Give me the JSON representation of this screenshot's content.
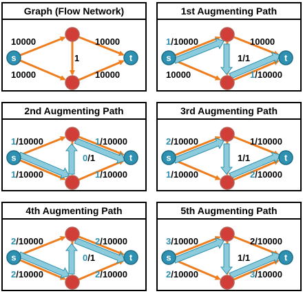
{
  "colors": {
    "edge": "#ee7d1e",
    "path": "#8ccbdc",
    "path_stroke": "#2b8fad",
    "node_mid": "#d03e37",
    "node_mid_stroke": "#b56258",
    "node_end": "#2e91b1",
    "node_end_stroke": "#1c6b85",
    "flow_text": "#2e8fb0",
    "text": "#000000"
  },
  "nodes": {
    "source": "s",
    "sink": "t"
  },
  "panels": [
    {
      "title": "Graph (Flow Network)",
      "labels": {
        "s_top": {
          "flow": "",
          "cap": "10000"
        },
        "s_bot": {
          "flow": "",
          "cap": "10000"
        },
        "mid": {
          "flow": "",
          "cap": "1"
        },
        "top_t": {
          "flow": "",
          "cap": "10000"
        },
        "bot_t": {
          "flow": "",
          "cap": "10000"
        }
      },
      "path": []
    },
    {
      "title": "1st Augmenting Path",
      "labels": {
        "s_top": {
          "flow": "1",
          "cap": "/10000"
        },
        "s_bot": {
          "flow": "",
          "cap": "10000"
        },
        "mid": {
          "flow": "",
          "cap": "1/1"
        },
        "top_t": {
          "flow": "",
          "cap": "10000"
        },
        "bot_t": {
          "flow": "1",
          "cap": "/10000"
        }
      },
      "path": [
        "s_top",
        "mid_down",
        "bot_t"
      ]
    },
    {
      "title": "2nd Augmenting Path",
      "labels": {
        "s_top": {
          "flow": "1",
          "cap": "/10000"
        },
        "s_bot": {
          "flow": "1",
          "cap": "/10000"
        },
        "mid": {
          "flow": "0",
          "cap": "/1"
        },
        "top_t": {
          "flow": "1",
          "cap": "/10000"
        },
        "bot_t": {
          "flow": "1",
          "cap": "/10000"
        }
      },
      "path": [
        "s_bot",
        "mid_up",
        "top_t"
      ]
    },
    {
      "title": "3rd Augmenting Path",
      "labels": {
        "s_top": {
          "flow": "2",
          "cap": "/10000"
        },
        "s_bot": {
          "flow": "1",
          "cap": "/10000"
        },
        "mid": {
          "flow": "",
          "cap": "1/1"
        },
        "top_t": {
          "flow": "",
          "cap": "1/10000"
        },
        "bot_t": {
          "flow": "2",
          "cap": "/10000"
        }
      },
      "path": [
        "s_top",
        "mid_down",
        "bot_t"
      ]
    },
    {
      "title": "4th Augmenting Path",
      "labels": {
        "s_top": {
          "flow": "2",
          "cap": "/10000"
        },
        "s_bot": {
          "flow": "2",
          "cap": "/10000"
        },
        "mid": {
          "flow": "0",
          "cap": "/1"
        },
        "top_t": {
          "flow": "2",
          "cap": "/10000"
        },
        "bot_t": {
          "flow": "2",
          "cap": "/10000"
        }
      },
      "path": [
        "s_bot",
        "mid_up",
        "top_t"
      ]
    },
    {
      "title": "5th Augmenting Path",
      "labels": {
        "s_top": {
          "flow": "3",
          "cap": "/10000"
        },
        "s_bot": {
          "flow": "2",
          "cap": "/10000"
        },
        "mid": {
          "flow": "",
          "cap": "1/1"
        },
        "top_t": {
          "flow": "",
          "cap": "2/10000"
        },
        "bot_t": {
          "flow": "3",
          "cap": "/10000"
        }
      },
      "path": [
        "s_top",
        "mid_down",
        "bot_t"
      ]
    }
  ]
}
